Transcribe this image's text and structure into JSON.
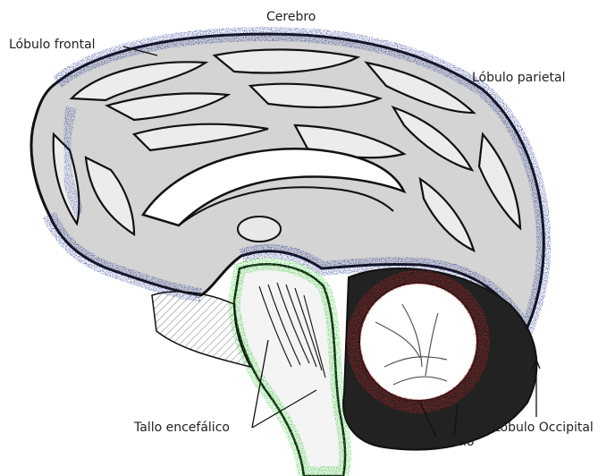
{
  "diagram": {
    "labels": {
      "cerebro": "Cerebro",
      "lobulo_frontal": "Lóbulo frontal",
      "lobulo_parietal": "Lóbulo parietal",
      "lobulo_occipital": "Lóbulo Occipital",
      "tallo_encefalico": "Tallo encefálico",
      "cerebelo": "Cerebelo"
    },
    "colors": {
      "cerebrum_highlight": "#1a2a8c",
      "brainstem_highlight": "#33cc33",
      "cerebellum_highlight": "#cc2222",
      "outline": "#111111",
      "fill": "#d4d4d4"
    }
  }
}
